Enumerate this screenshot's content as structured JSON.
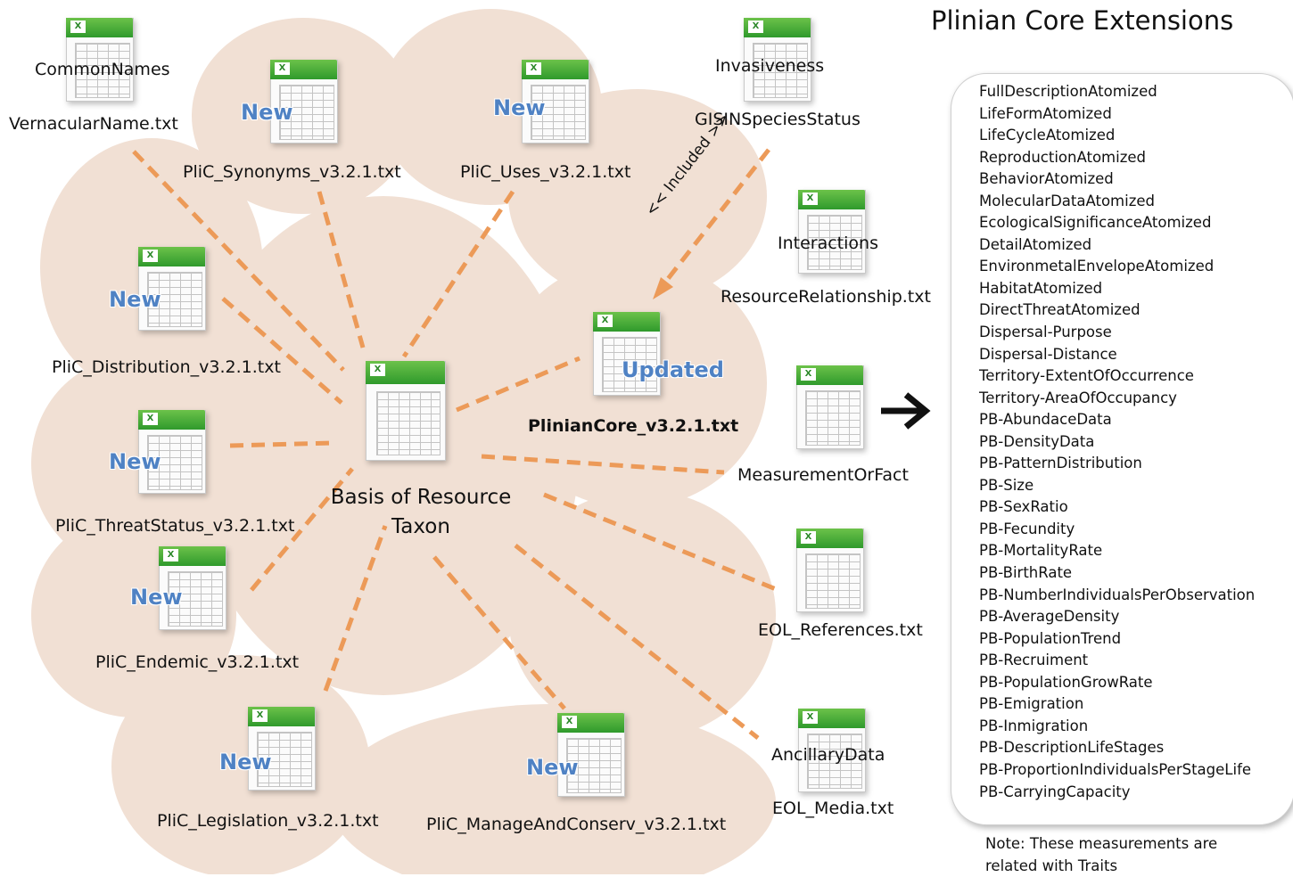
{
  "title": "Plinian Core Extensions",
  "center": {
    "line1": "Basis of Resource",
    "line2": "Taxon"
  },
  "labels": {
    "common_names": "CommonNames",
    "vernacular": "VernacularName.txt",
    "synonyms": "PliC_Synonyms_v3.2.1.txt",
    "uses": "PliC_Uses_v3.2.1.txt",
    "invasiveness": "Invasiveness",
    "gisin": "GISINSpeciesStatus",
    "interactions": "Interactions",
    "resource_relationship": "ResourceRelationship.txt",
    "distribution": "PliC_Distribution_v3.2.1.txt",
    "plinian_core": "PlinianCore_v3.2.1.txt",
    "measurement": "MeasurementOrFact",
    "threat_status": "PliC_ThreatStatus_v3.2.1.txt",
    "endemic": "PliC_Endemic_v3.2.1.txt",
    "eol_references": "EOL_References.txt",
    "legislation": "PliC_Legislation_v3.2.1.txt",
    "manage": "PliC_ManageAndConserv_v3.2.1.txt",
    "ancillary": "AncillaryData",
    "eol_media": "EOL_Media.txt",
    "included": "<< Included >>"
  },
  "badges": {
    "new": "New",
    "updated": "Updated"
  },
  "extensions": [
    "FullDescriptionAtomized",
    "LifeFormAtomized",
    "LifeCycleAtomized",
    "ReproductionAtomized",
    "BehaviorAtomized",
    "MolecularDataAtomized",
    "EcologicalSignificanceAtomized",
    "DetailAtomized",
    "EnvironmetalEnvelopeAtomized",
    "HabitatAtomized",
    "DirectThreatAtomized",
    "Dispersal-Purpose",
    "Dispersal-Distance",
    "Territory-ExtentOfOccurrence",
    "Territory-AreaOfOccupancy",
    "PB-AbundaceData",
    "PB-DensityData",
    "PB-PatternDistribution",
    "PB-Size",
    "PB-SexRatio",
    "PB-Fecundity",
    "PB-MortalityRate",
    "PB-BirthRate",
    "PB-NumberIndividualsPerObservation",
    "PB-AverageDensity",
    "PB-PopulationTrend",
    "PB-Recruiment",
    "PB-PopulationGrowRate",
    "PB-Emigration",
    "PB-Inmigration",
    "PB-DescriptionLifeStages",
    "PB-ProportionIndividualsPerStageLife",
    "PB-CarryingCapacity"
  ],
  "note": "Note: These measurements are related with Traits",
  "colors": {
    "blob": "#f1e0d4",
    "connector": "#ec9a58",
    "badge": "#4f82c4",
    "sheet_bar": "#3fa33a"
  }
}
